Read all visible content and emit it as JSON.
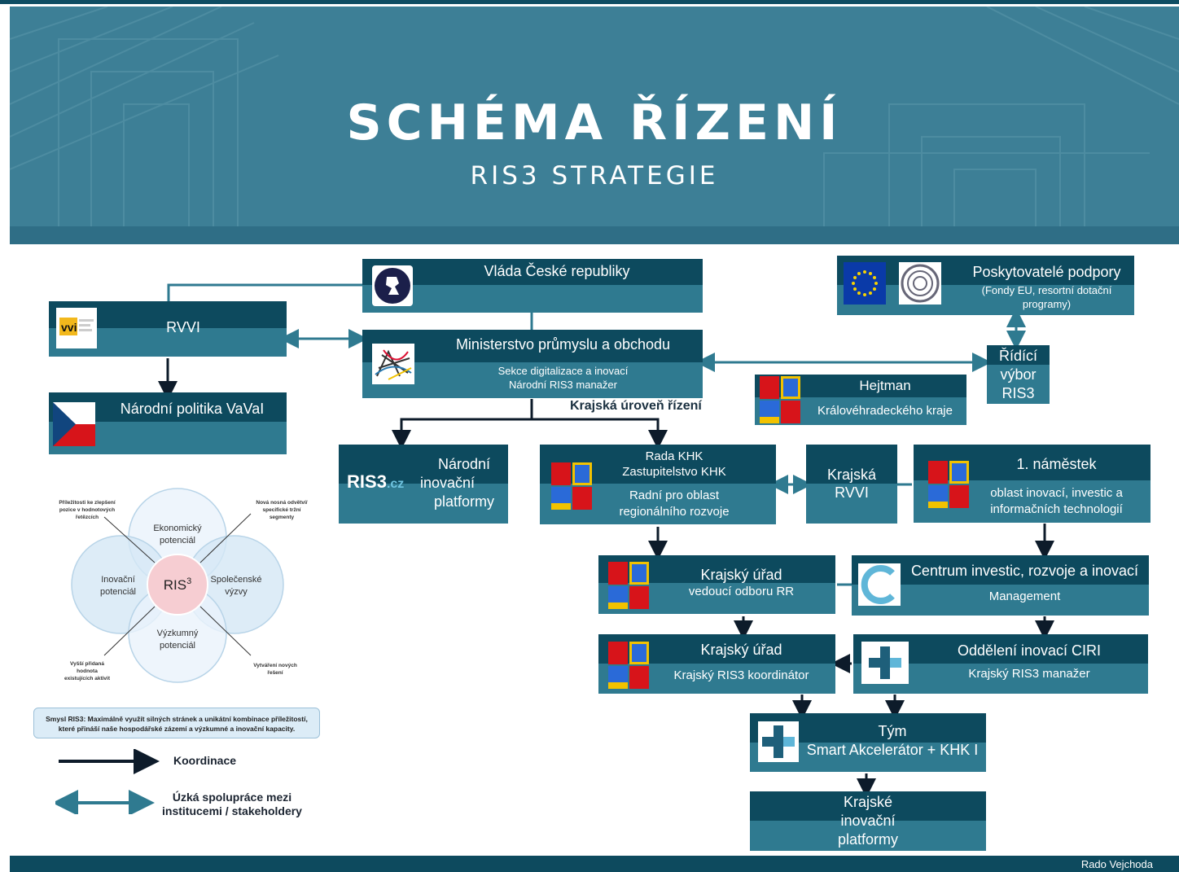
{
  "header": {
    "title": "SCHÉMA ŘÍZENÍ",
    "subtitle": "RIS3 STRATEGIE"
  },
  "boxes": {
    "vlada": {
      "title": "Vláda České republiky"
    },
    "rvvi": {
      "title": "RVVI"
    },
    "narodni_politika": {
      "title": "Národní politika VaVaI"
    },
    "mpo": {
      "title": "Ministerstvo průmyslu a obchodu",
      "line1": "Sekce digitalizace a inovací",
      "line2": "Národní RIS3 manažer"
    },
    "poskytovatele": {
      "title": "Poskytovatelé podpory",
      "line1": "(Fondy EU, resortní dotační",
      "line2": "programy)"
    },
    "ridici": {
      "line1": "Řídící",
      "line2": "výbor",
      "line3": "RIS3"
    },
    "hejtman": {
      "title": "Hejtman",
      "line1": "Královéhradeckého kraje"
    },
    "narodni_platformy": {
      "line1": "Národní",
      "line2": "inovační",
      "line3": "platformy",
      "logo_text": "RIS",
      "logo_num": "3",
      "logo_suffix": ".cz"
    },
    "rada": {
      "line1": "Rada KHK",
      "line2": "Zastupitelstvo KHK",
      "line3": "Radní pro oblast",
      "line4": "regionálního rozvoje"
    },
    "krajska_rvvi": {
      "line1": "Krajská",
      "line2": "RVVI"
    },
    "namestek": {
      "title": "1.  náměstek",
      "line1": "oblast inovací, investic a",
      "line2": "informačních technologií"
    },
    "krajsky_urad_1": {
      "title": "Krajský úřad",
      "line1": "vedoucí odboru RR"
    },
    "centrum": {
      "title": "Centrum investic, rozvoje a inovací",
      "line1": "Management"
    },
    "krajsky_urad_2": {
      "title": "Krajský úřad",
      "line1": "Krajský RIS3 koordinátor"
    },
    "oddeleni": {
      "title": "Oddělení inovací CIRI",
      "line1": "Krajský RIS3 manažer"
    },
    "tym": {
      "title": "Tým",
      "line1": "Smart Akcelerátor + KHK I"
    },
    "krajske_platformy": {
      "line1": "Krajské",
      "line2": "inovační",
      "line3": "platformy"
    }
  },
  "regional_label": "Krajská úroveň řízení",
  "venn": {
    "center": "RIS",
    "center_sup": "3",
    "top": [
      "Ekonomický",
      "potenciál"
    ],
    "left": [
      "Inovační",
      "potenciál"
    ],
    "right": [
      "Společenské",
      "výzvy"
    ],
    "bottom": [
      "Výzkumný",
      "potenciál"
    ],
    "note_tl": [
      "Příležitosti ke zlepšení",
      "pozice v hodnotových",
      "řetězcích"
    ],
    "note_tr": [
      "Nová nosná odvětví/",
      "specifické tržní",
      "segmenty"
    ],
    "note_bl": [
      "Vyšší přidaná",
      "hodnota",
      "existujících aktivit"
    ],
    "note_br": [
      "Vytváření nových",
      "řešení"
    ]
  },
  "smysl": [
    "Smysl RIS3: Maximálně využít silných stránek a unikátní kombinace příležitostí,",
    "které přináší naše hospodářské zázemí a výzkumné a inovační kapacity."
  ],
  "legend": {
    "koordinace": "Koordinace",
    "spoluprace_1": "Úzká spolupráce mezi",
    "spoluprace_2": "institucemi / stakeholdery"
  },
  "footer": "Rado Vejchoda",
  "colors": {
    "dark": "#0d4a5e",
    "teal": "#2f7a90",
    "header": "#3d7f96",
    "arrow_dark": "#0d1b2a",
    "arrow_teal": "#2f7a90"
  }
}
